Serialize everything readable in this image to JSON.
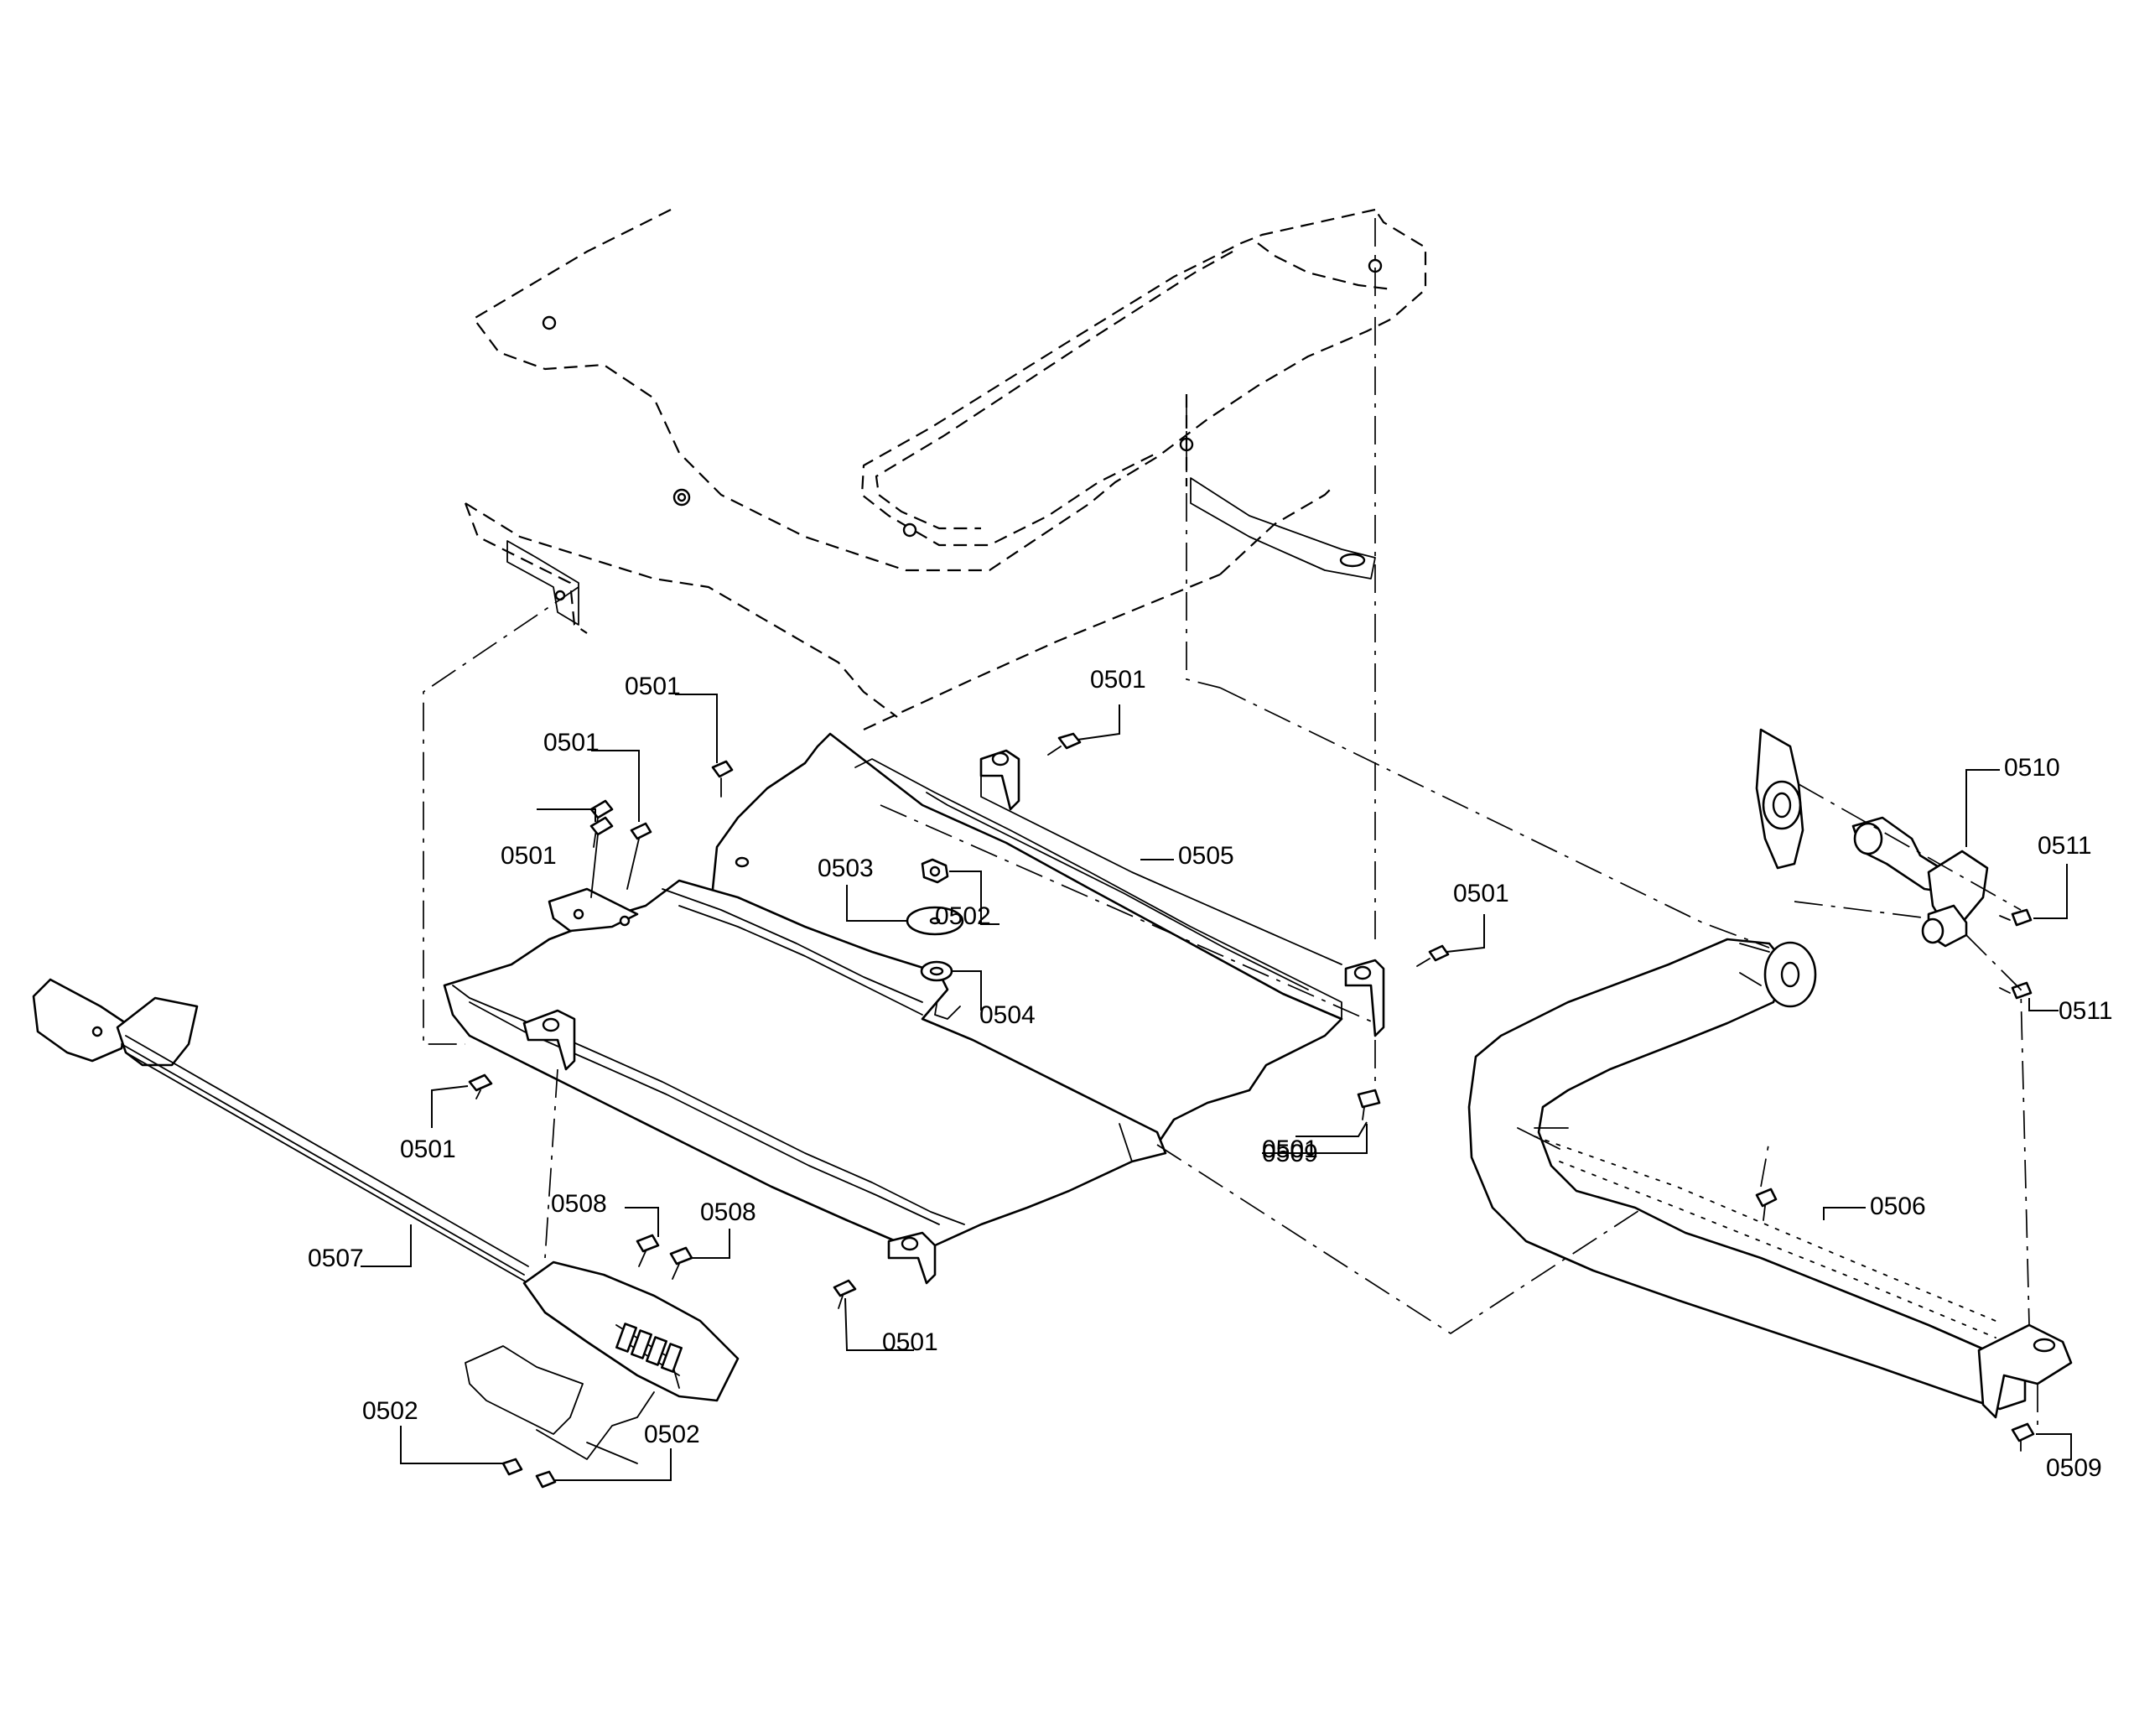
{
  "diagram": {
    "callouts": [
      {
        "id": "c1",
        "label": "0501"
      },
      {
        "id": "c2",
        "label": "0501"
      },
      {
        "id": "c3",
        "label": "0501"
      },
      {
        "id": "c4",
        "label": "0501"
      },
      {
        "id": "c5",
        "label": "0501"
      },
      {
        "id": "c6",
        "label": "0501"
      },
      {
        "id": "c7",
        "label": "0501"
      },
      {
        "id": "c8",
        "label": "0501"
      },
      {
        "id": "c9",
        "label": "0502"
      },
      {
        "id": "c10",
        "label": "0502"
      },
      {
        "id": "c11",
        "label": "0502"
      },
      {
        "id": "c12",
        "label": "0503"
      },
      {
        "id": "c13",
        "label": "0504"
      },
      {
        "id": "c14",
        "label": "0505"
      },
      {
        "id": "c15",
        "label": "0506"
      },
      {
        "id": "c16",
        "label": "0507"
      },
      {
        "id": "c17",
        "label": "0508"
      },
      {
        "id": "c18",
        "label": "0508"
      },
      {
        "id": "c19",
        "label": "0509"
      },
      {
        "id": "c20",
        "label": "0509"
      },
      {
        "id": "c21",
        "label": "0510"
      },
      {
        "id": "c22",
        "label": "0511"
      },
      {
        "id": "c23",
        "label": "0511"
      }
    ]
  }
}
